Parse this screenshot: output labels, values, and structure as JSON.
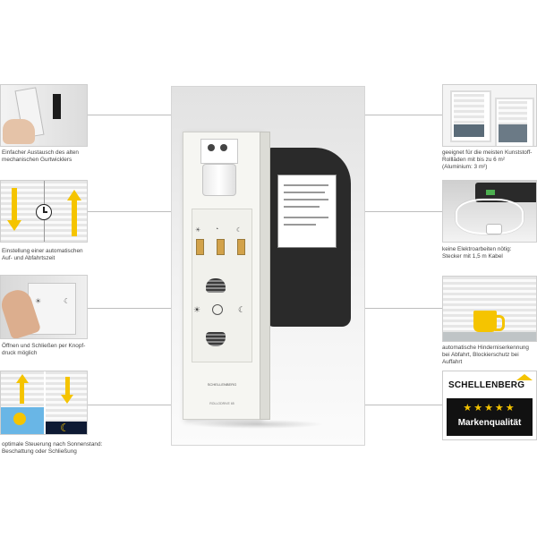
{
  "features_left": [
    {
      "caption_line1": "Einfacher Austausch des alten",
      "caption_line2": "mechanischen Gurtwicklers"
    },
    {
      "caption_line1": "Einstellung einer automatischen",
      "caption_line2": "Auf- und Abfahrtszeit"
    },
    {
      "caption_line1": "Öffnen und Schließen per Knopf-",
      "caption_line2": "druck möglich"
    },
    {
      "caption_line1": "optimale Steuerung nach Sonnenstand:",
      "caption_line2": "Beschattung oder Schließung"
    }
  ],
  "features_right": [
    {
      "caption_line1": "geeignet für die meisten Kunststoff-",
      "caption_line2": "Rollläden mit bis zu 6 m²",
      "caption_line3": "(Aluminium: 3 m²)"
    },
    {
      "caption_line1": "keine Elektroarbeiten nötig:",
      "caption_line2": "Stecker mit 1,5 m Kabel"
    },
    {
      "caption_line1": "automatische Hinderniserkennung",
      "caption_line2": "bei Abfahrt, Blockierschutz bei Auffahrt"
    }
  ],
  "brand": {
    "name": "SCHELLENBERG",
    "stars": "★★★★★",
    "quality": "Markenqualität"
  },
  "device": {
    "brand_label": "SCHELLENBERG",
    "model_label": "ROLLODRIVE 65"
  },
  "colors": {
    "accent_yellow": "#f5c400",
    "brand_black": "#111111",
    "divider": "#bdbdbd"
  }
}
